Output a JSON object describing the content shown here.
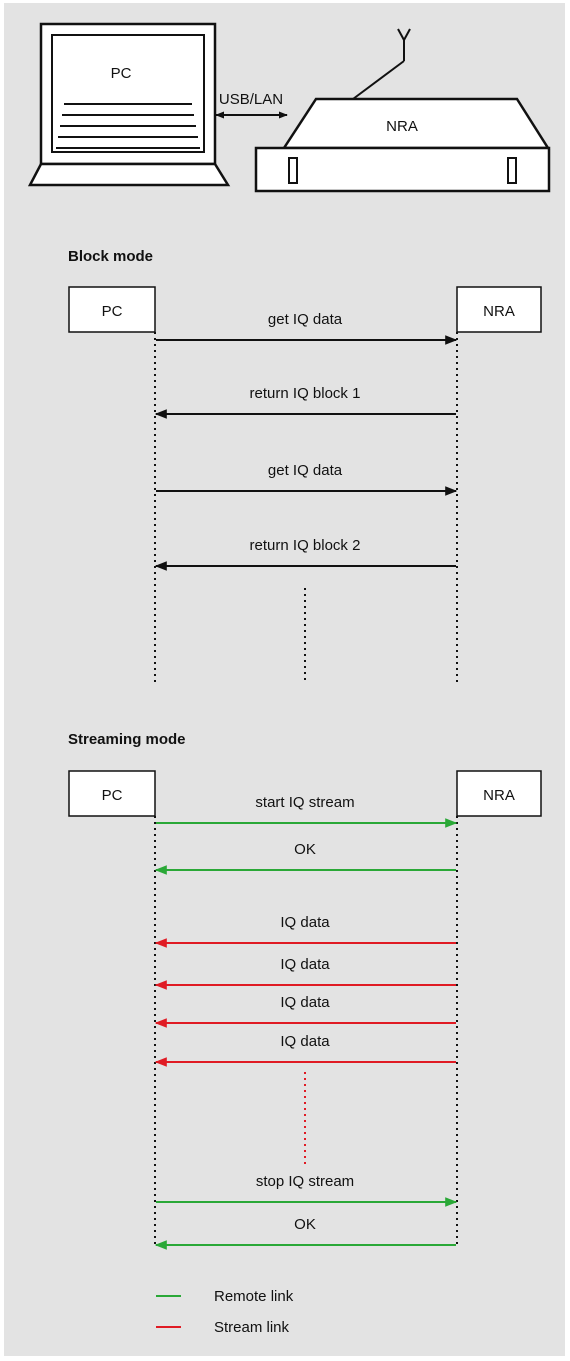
{
  "hardware": {
    "pc_label": "PC",
    "link_label": "USB/LAN",
    "nra_label": "NRA"
  },
  "block_mode": {
    "title": "Block mode",
    "left_node": "PC",
    "right_node": "NRA",
    "messages": [
      {
        "text": "get IQ data",
        "direction": "to-right",
        "link": "remote",
        "color": "#111111"
      },
      {
        "text": "return IQ block 1",
        "direction": "to-left",
        "link": "remote",
        "color": "#111111"
      },
      {
        "text": "get IQ data",
        "direction": "to-right",
        "link": "remote",
        "color": "#111111"
      },
      {
        "text": "return IQ block 2",
        "direction": "to-left",
        "link": "remote",
        "color": "#111111"
      }
    ]
  },
  "streaming_mode": {
    "title": "Streaming mode",
    "left_node": "PC",
    "right_node": "NRA",
    "messages": [
      {
        "text": "start IQ stream",
        "direction": "to-right",
        "link": "remote",
        "color": "#2aa837"
      },
      {
        "text": "OK",
        "direction": "to-left",
        "link": "remote",
        "color": "#2aa837"
      },
      {
        "text": "IQ data",
        "direction": "to-left",
        "link": "stream",
        "color": "#e01b24"
      },
      {
        "text": "IQ data",
        "direction": "to-left",
        "link": "stream",
        "color": "#e01b24"
      },
      {
        "text": "IQ data",
        "direction": "to-left",
        "link": "stream",
        "color": "#e01b24"
      },
      {
        "text": "IQ data",
        "direction": "to-left",
        "link": "stream",
        "color": "#e01b24"
      },
      {
        "text": "stop IQ stream",
        "direction": "to-right",
        "link": "remote",
        "color": "#2aa837"
      },
      {
        "text": "OK",
        "direction": "to-left",
        "link": "remote",
        "color": "#2aa837"
      }
    ]
  },
  "legend": [
    {
      "label": "Remote link",
      "color": "#2aa837"
    },
    {
      "label": "Stream link",
      "color": "#e01b24"
    }
  ]
}
